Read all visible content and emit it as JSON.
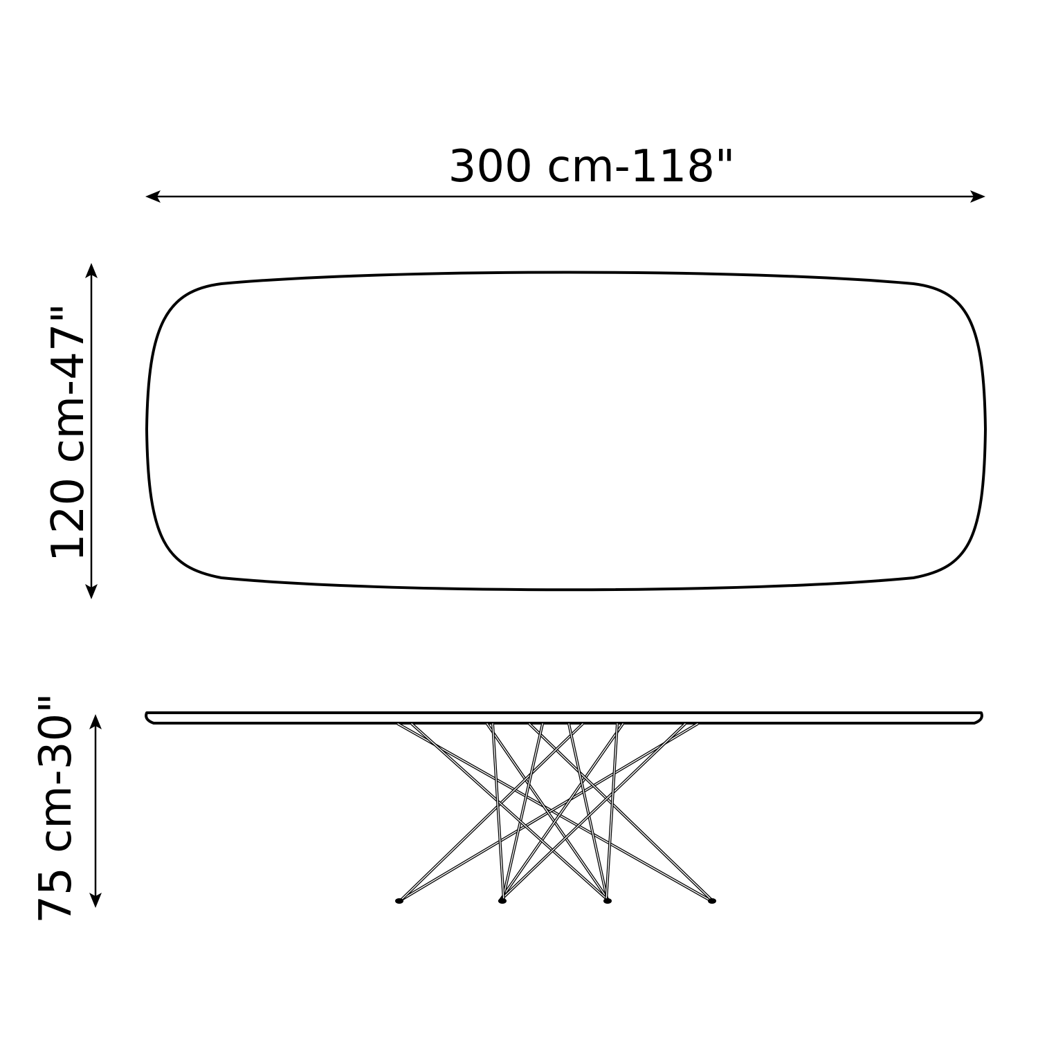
{
  "dimensions": {
    "length": {
      "label": "300 cm-118\""
    },
    "width": {
      "label": "120 cm-47\""
    },
    "height": {
      "label": "75 cm-30\""
    }
  },
  "views": {
    "top": {
      "name": "table-top-view"
    },
    "side": {
      "name": "table-side-view"
    }
  },
  "colors": {
    "line": "#000000",
    "background": "#ffffff"
  }
}
